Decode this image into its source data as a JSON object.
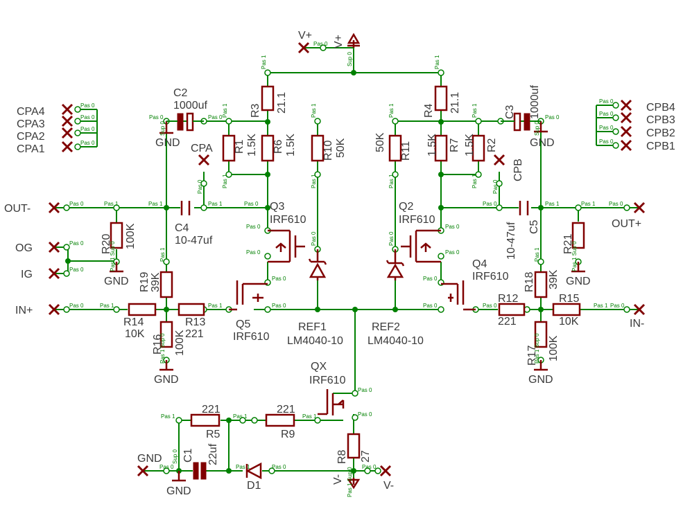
{
  "labels": {
    "vplus_a": "V+",
    "vplus_b": "V+",
    "vminus_a": "V-",
    "vminus_b": "V-",
    "cpa4": "CPA4",
    "cpa3": "CPA3",
    "cpa2": "CPA2",
    "cpa1": "CPA1",
    "cpb4": "CPB4",
    "cpb3": "CPB3",
    "cpb2": "CPB2",
    "cpb1": "CPB1",
    "out_minus": "OUT-",
    "out_plus": "OUT+",
    "og": "OG",
    "ig": "IG",
    "in_plus": "IN+",
    "in_minus": "IN-",
    "cpa": "CPA",
    "cpb": "CPB",
    "gnd_top_left": "GND",
    "gnd_top_right": "GND",
    "gnd_r20": "GND",
    "gnd_r16": "GND",
    "gnd_r21": "GND",
    "gnd_r17": "GND",
    "gnd_bottom_left": "GND",
    "gnd_c1": "GND",
    "c2_name": "C2",
    "c2_value": "1000uf",
    "c3_name": "C3",
    "c3_value": "1000uf",
    "c4_name": "C4",
    "c4_value": "10-47uf",
    "c5_name": "C5",
    "c5_value": "10-47uf",
    "c1_name": "C1",
    "c1_value": "22uf",
    "r1_name": "R1",
    "r1_value": "1.5K",
    "r2_name": "R2",
    "r2_value": "1.5K",
    "r3_name": "R3",
    "r3_value": "21.1",
    "r4_name": "R4",
    "r4_value": "21.1",
    "r5_name": "R5",
    "r5_value": "221",
    "r6_name": "R6",
    "r6_value": "1.5K",
    "r7_name": "R7",
    "r7_value": "1.5K",
    "r8_name": "R8",
    "r8_value": "27",
    "r9_name": "R9",
    "r9_value": "221",
    "r10_name": "R10",
    "r10_value": "50K",
    "r11_name": "R11",
    "r11_value": "50K",
    "r12_name": "R12",
    "r12_value": "221",
    "r13_name": "R13",
    "r13_value": "221",
    "r14_name": "R14",
    "r14_value": "10K",
    "r15_name": "R15",
    "r15_value": "10K",
    "r16_name": "R16",
    "r16_value": "100K",
    "r17_name": "R17",
    "r17_value": "100K",
    "r18_name": "R18",
    "r18_value": "39K",
    "r19_name": "R19",
    "r19_value": "39K",
    "r20_name": "R20",
    "r20_value": "100K",
    "r21_name": "R21",
    "r21_value": "100K",
    "q2_name": "Q2",
    "q2_value": "IRF610",
    "q3_name": "Q3",
    "q3_value": "IRF610",
    "q4_name": "Q4",
    "q4_value": "IRF610",
    "q5_name": "Q5",
    "q5_value": "IRF610",
    "qx_name": "QX",
    "qx_value": "IRF610",
    "ref1_name": "REF1",
    "ref1_value": "LM4040-10",
    "ref2_name": "REF2",
    "ref2_value": "LM4040-10",
    "d1_name": "D1"
  },
  "pin_labels": {
    "pas0": "Pas 0",
    "pas1": "Pas 1",
    "sup0": "Sup 0",
    "pas1_sup0": "Pas 1 Sup 0"
  },
  "colors": {
    "wire": "#008000",
    "component": "#800000",
    "text": "#3a3a3a",
    "background": "#ffffff"
  }
}
